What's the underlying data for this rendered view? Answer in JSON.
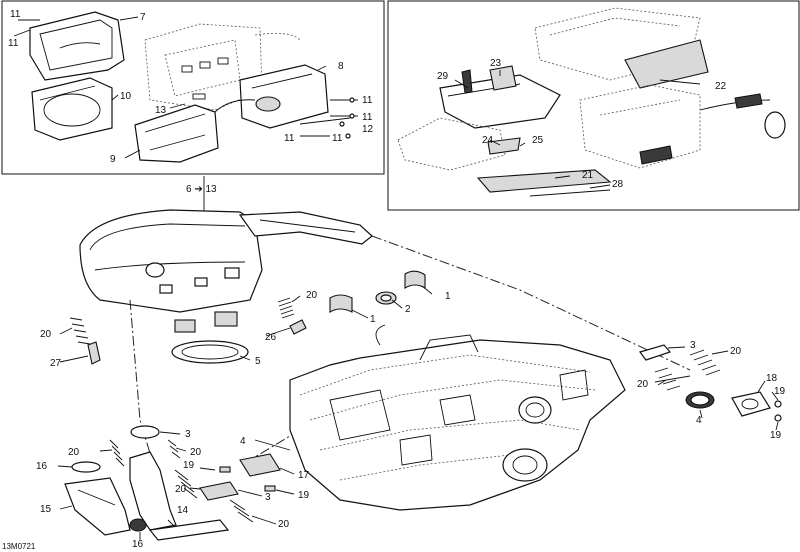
{
  "diagram": {
    "drawing_code": "13M0721",
    "assembly_link": "6 ➔ 13",
    "callouts": {
      "c1a": "1",
      "c1b": "1",
      "c2": "2",
      "c3a": "3",
      "c3b": "3",
      "c3c": "3",
      "c4a": "4",
      "c4b": "4",
      "c5": "5",
      "c7": "7",
      "c8": "8",
      "c9": "9",
      "c10": "10",
      "c11a": "11",
      "c11b": "11",
      "c11c": "11",
      "c11d": "11",
      "c11e": "11",
      "c11f": "11",
      "c12": "12",
      "c13": "13",
      "c14": "14",
      "c15": "15",
      "c16a": "16",
      "c16b": "16",
      "c17": "17",
      "c18": "18",
      "c19a": "19",
      "c19b": "19",
      "c19c": "19",
      "c19d": "19",
      "c20a": "20",
      "c20b": "20",
      "c20c": "20",
      "c20d": "20",
      "c20e": "20",
      "c20f": "20",
      "c20g": "20",
      "c20h": "20",
      "c21": "21",
      "c22": "22",
      "c23": "23",
      "c24": "24",
      "c25": "25",
      "c26": "26",
      "c27": "27",
      "c28": "28",
      "c29": "29"
    }
  }
}
